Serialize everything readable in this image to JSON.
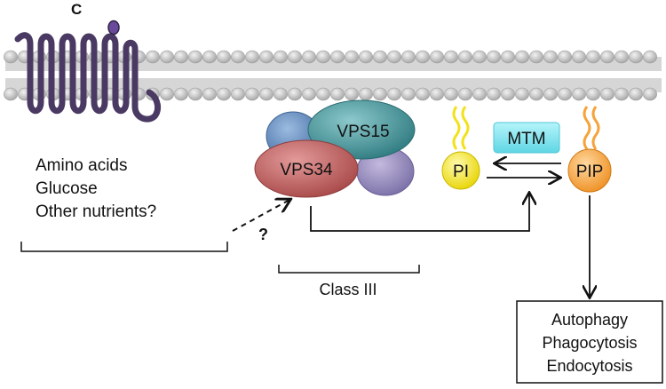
{
  "panel_label": "C",
  "nutrients": [
    "Amino acids",
    "Glucose",
    "Other nutrients?"
  ],
  "unknown_link": "?",
  "complex": {
    "vps15": "VPS15",
    "vps34": "VPS34",
    "class_label": "Class III"
  },
  "lipids": {
    "pi": "PI",
    "pip": "PIP",
    "phosphatase": "MTM"
  },
  "outcomes": [
    "Autophagy",
    "Phagocytosis",
    "Endocytosis"
  ],
  "colors": {
    "receptor": "#4a3a63",
    "membrane_head": "#bfbfbf",
    "vps15": "#3e8f94",
    "vps34": "#b85c5c",
    "subunit_blue": "#5d86b8",
    "subunit_purple": "#8a7fb3",
    "pi": "#f2e21a",
    "pip": "#f5a33a",
    "mtm": "#7fe3ee"
  },
  "icons": {
    "receptor": "seven-transmembrane-receptor-icon",
    "lipid_tails": "wavy-lipid-tail-icon"
  }
}
